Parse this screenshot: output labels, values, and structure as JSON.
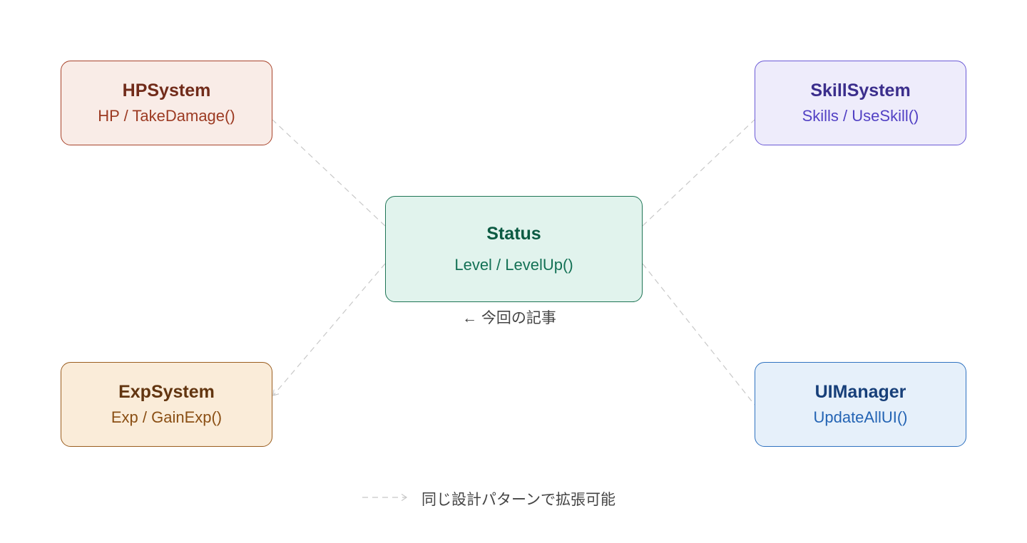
{
  "center": {
    "title": "Status",
    "subtitle": "Level / LevelUp()",
    "note": "← 今回の記事"
  },
  "nodes": {
    "hp": {
      "title": "HPSystem",
      "subtitle": "HP / TakeDamage()"
    },
    "skill": {
      "title": "SkillSystem",
      "subtitle": "Skills / UseSkill()"
    },
    "exp": {
      "title": "ExpSystem",
      "subtitle": "Exp / GainExp()"
    },
    "ui": {
      "title": "UIManager",
      "subtitle": "UpdateAllUI()"
    }
  },
  "legend": {
    "label": "同じ設計パターンで拡張可能"
  },
  "colors": {
    "connector": "#c8c8c8"
  }
}
